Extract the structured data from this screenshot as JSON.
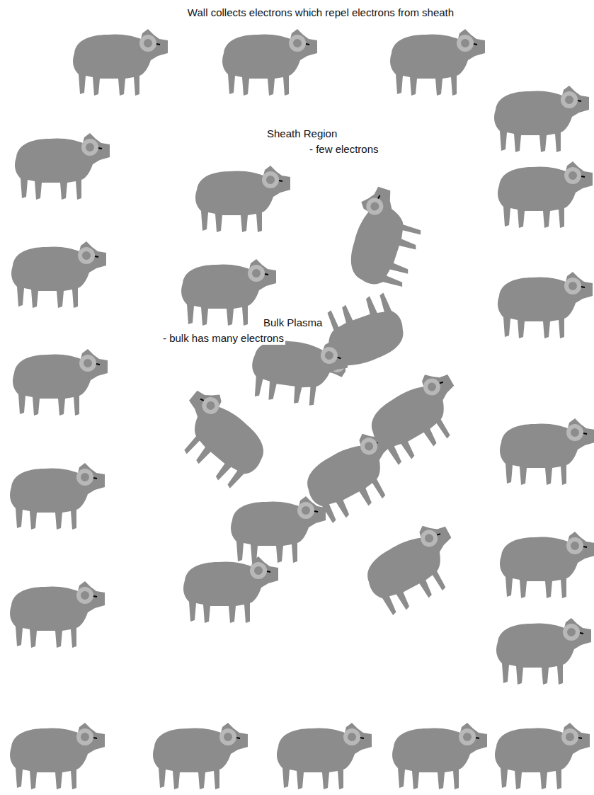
{
  "diagram": {
    "labels": [
      "Wall collects electrons which repel electrons from sheath",
      "Sheath Region",
      "- few electrons",
      "Bulk Plasma",
      "- bulk has many electrons"
    ]
  }
}
